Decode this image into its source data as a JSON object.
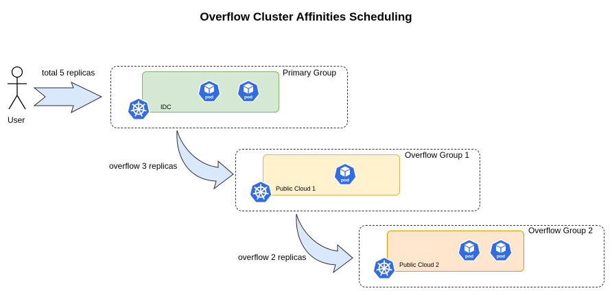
{
  "title": "Overflow Cluster Affinities Scheduling",
  "user": {
    "label": "User"
  },
  "initial_arrow_label": "total 5 replicas",
  "colors": {
    "arrow_fill": "#dae8fc",
    "arrow_stroke": "#2b2b2b",
    "k8s_blue": "#326ce5",
    "idc_fill": "#d5e8d4",
    "idc_stroke": "#82b366",
    "cloud1_fill": "#fff2cc",
    "cloud1_stroke": "#d6b656",
    "cloud2_fill": "#ffe6cc",
    "cloud2_stroke": "#d79b00"
  },
  "groups": [
    {
      "label": "Primary Group",
      "cluster": {
        "label": "IDC",
        "pods": [
          "pod",
          "pod"
        ]
      }
    },
    {
      "label": "Overflow Group 1",
      "cluster": {
        "label": "Public Cloud 1",
        "pods": [
          "pod"
        ]
      }
    },
    {
      "label": "Overflow Group 2",
      "cluster": {
        "label": "Public Cloud 2",
        "pods": [
          "pod",
          "pod"
        ]
      }
    }
  ],
  "overflow_labels": [
    "overflow 3 replicas",
    "overflow 2 replicas"
  ],
  "icons": {
    "user": "user-icon",
    "kubernetes": "kubernetes-icon",
    "pod": "pod-icon"
  }
}
